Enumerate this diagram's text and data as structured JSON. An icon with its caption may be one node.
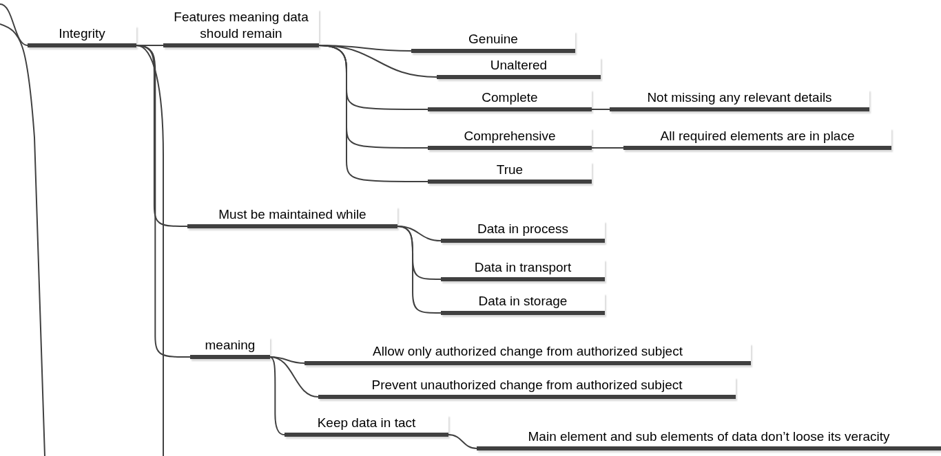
{
  "diagram": {
    "nodes": [
      {
        "text": [
          "Integrity"
        ]
      },
      {
        "text": [
          "Features meaning data should remain"
        ]
      },
      {
        "text": [
          "Genuine"
        ]
      },
      {
        "text": [
          "Unaltered"
        ]
      },
      {
        "text": [
          "Complete"
        ]
      },
      {
        "text": [
          "Not missing any relevant details"
        ]
      },
      {
        "text": [
          "Comprehensive"
        ]
      },
      {
        "text": [
          "All required elements are in place"
        ]
      },
      {
        "text": [
          "True"
        ]
      },
      {
        "text": [
          "Must be maintained while"
        ]
      },
      {
        "text": [
          "Data in process"
        ]
      },
      {
        "text": [
          "Data in transport"
        ]
      },
      {
        "text": [
          "Data in storage"
        ]
      },
      {
        "text": [
          "meaning"
        ]
      },
      {
        "text": [
          "Allow only authorized change from authorized subject"
        ]
      },
      {
        "text": [
          "Prevent unauthorized change from authorized subject"
        ]
      },
      {
        "text": [
          "Keep data in tact"
        ]
      },
      {
        "text": [
          "Main element and sub elements of data don’t loose its veracity"
        ]
      }
    ],
    "edges": [
      {
        "from": null,
        "to": 0,
        "arrow": "none"
      },
      {
        "from": 0,
        "to": 1,
        "arrow": "none"
      },
      {
        "from": 1,
        "to": 2,
        "arrow": "none"
      },
      {
        "from": 1,
        "to": 3,
        "arrow": "none"
      },
      {
        "from": 1,
        "to": 4,
        "arrow": "none"
      },
      {
        "from": 4,
        "to": 5,
        "arrow": "none"
      },
      {
        "from": 1,
        "to": 6,
        "arrow": "none"
      },
      {
        "from": 6,
        "to": 7,
        "arrow": "none"
      },
      {
        "from": 1,
        "to": 8,
        "arrow": "none"
      },
      {
        "from": 0,
        "to": 9,
        "arrow": "none"
      },
      {
        "from": 9,
        "to": 10,
        "arrow": "none"
      },
      {
        "from": 9,
        "to": 11,
        "arrow": "none"
      },
      {
        "from": 9,
        "to": 12,
        "arrow": "none"
      },
      {
        "from": 0,
        "to": 13,
        "arrow": "none"
      },
      {
        "from": 13,
        "to": 14,
        "arrow": "none"
      },
      {
        "from": 13,
        "to": 15,
        "arrow": "none"
      },
      {
        "from": 13,
        "to": 16,
        "arrow": "none"
      },
      {
        "from": 16,
        "to": 17,
        "arrow": "none"
      },
      {
        "from": 0,
        "to": null,
        "arrow": "none"
      }
    ]
  }
}
